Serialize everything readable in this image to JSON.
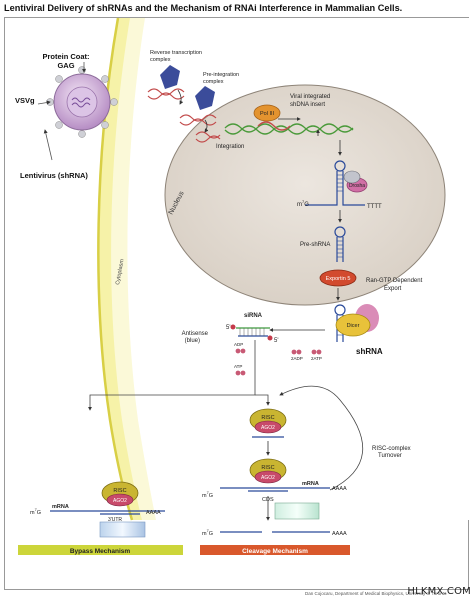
{
  "title": "Lentiviral Delivery of shRNAs and the Mechanism of RNAi Interference in Mammalian Cells.",
  "labels": {
    "protein_coat": "Protein Coat:",
    "gag": "GAG",
    "vsvg": "VSVg",
    "lentivirus": "Lentivirus (shRNA)",
    "cytoplasm": "Cytoplasm",
    "nucleus": "Nucleus",
    "rt_complex_1": "Reverse transcription",
    "rt_complex_2": "complex",
    "pic_1": "Pre-integration",
    "pic_2": "complex",
    "viral_insert_1": "Viral integrated",
    "viral_insert_2": "shDNA insert",
    "pol3": "Pol III",
    "integration": "Integration",
    "drosha": "Drosha",
    "m7g": "m",
    "m7g_sup": "7",
    "m7g_g": "G",
    "tttt": "TTTT",
    "pre_shrna": "Pre-shRNA",
    "exportin": "Exportin 5",
    "ran_gtp_1": "Ran-GTP Dependent",
    "ran_gtp_2": "Export",
    "shrna": "shRNA",
    "dicer": "Dicer",
    "sirna": "siRNA",
    "five_prime": "5'",
    "antisense_1": "Antisense",
    "antisense_2": "(blue)",
    "adp": "ADP",
    "atp": "ATP",
    "two_adp": "2ADP",
    "two_atp": "2ATP",
    "risc": "RISC",
    "ago2": "AGO2",
    "risc_turnover_1": "RISC-complex",
    "risc_turnover_2": "Turnover",
    "mrna": "mRNA",
    "aaaa": "AAAA",
    "three_utr": "3'UTR",
    "cds": "CDS",
    "bypass": "Bypass Mechanism",
    "cleavage": "Cleavage Mechanism",
    "credit": "Dan Cojocaru, Department of Medical Biophysics, University of Toronto",
    "watermark": "HLKMX.COM"
  },
  "colors": {
    "cytoplasm": "#f6f2a8",
    "nucleus": "#e4ddd5",
    "risc": "#c9b531",
    "ago2": "#c84a6a",
    "exportin": "#d24a2e",
    "pol3": "#e3932f",
    "dicer": "#e8c23a",
    "drosha": "#d16fa5",
    "bypass_bar": "#ccd53a",
    "cleavage_bar": "#d9582c"
  }
}
